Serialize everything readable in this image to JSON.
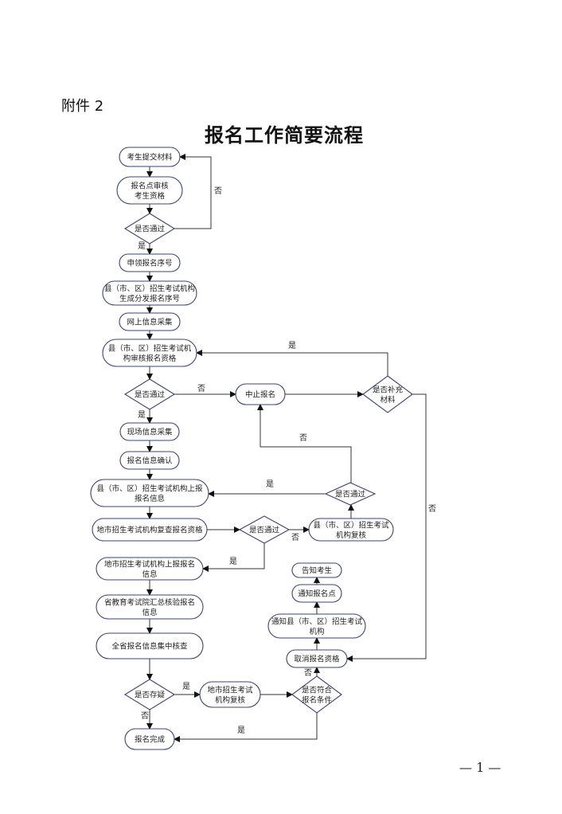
{
  "document": {
    "attachment_label": "附件 2",
    "title": "报名工作简要流程",
    "page_number": "— 1 —"
  },
  "flowchart": {
    "nodes": {
      "submit_materials": [
        "考生提交材料"
      ],
      "site_review": [
        "报名点审核",
        "考生资格"
      ],
      "pass_1": [
        "是否通过"
      ],
      "apply_serial": [
        "申领报名序号"
      ],
      "county_generate_serial": [
        "县（市、区）招生考试机构",
        "生成分发报名序号"
      ],
      "online_collect": [
        "网上信息采集"
      ],
      "county_review": [
        "县（市、区）招生考试机",
        "构审核报名资格"
      ],
      "pass_2": [
        "是否通过"
      ],
      "suspend": [
        "中止报名"
      ],
      "supplement": [
        "是否补充",
        "材料"
      ],
      "onsite_collect": [
        "现场信息采集"
      ],
      "confirm_info": [
        "报名信息确认"
      ],
      "county_report": [
        "县（市、区）招生考试机构上报",
        "报名信息"
      ],
      "pass_4": [
        "是否通过"
      ],
      "city_recheck": [
        "地市招生考试机构复查报名资格"
      ],
      "pass_3": [
        "是否通过"
      ],
      "county_recheck": [
        "县（市、区）招生考试",
        "机构复核"
      ],
      "city_report": [
        "地市招生考试机构上报报名",
        "信息"
      ],
      "province_summary": [
        "省教育考试院汇总核验报名",
        "信息"
      ],
      "province_central_check": [
        "全省报名信息集中核查"
      ],
      "doubt": [
        "是否存疑"
      ],
      "city_review": [
        "地市招生考试",
        "机构复核"
      ],
      "eligible": [
        "是否符合",
        "报名条件"
      ],
      "cancel": [
        "取消报名资格"
      ],
      "notify_county": [
        "通知县（市、区）招生考试",
        "机构"
      ],
      "notify_site": [
        "通知报名点"
      ],
      "notify_candidate": [
        "告知考生"
      ],
      "done": [
        "报名完成"
      ]
    },
    "edge_labels": {
      "pass_1_no": "否",
      "pass_1_yes": "是",
      "pass_2_no": "否",
      "pass_2_yes": "是",
      "supplement_yes": "是",
      "supplement_no": "否",
      "pass_4_no": "否",
      "pass_4_yes": "是",
      "pass_3_no": "否",
      "pass_3_yes": "是",
      "doubt_yes": "是",
      "doubt_no": "否",
      "eligible_no": "否",
      "eligible_yes": "是"
    },
    "colors": {
      "node_stroke": "#3d4466",
      "edge": "#333333"
    }
  }
}
